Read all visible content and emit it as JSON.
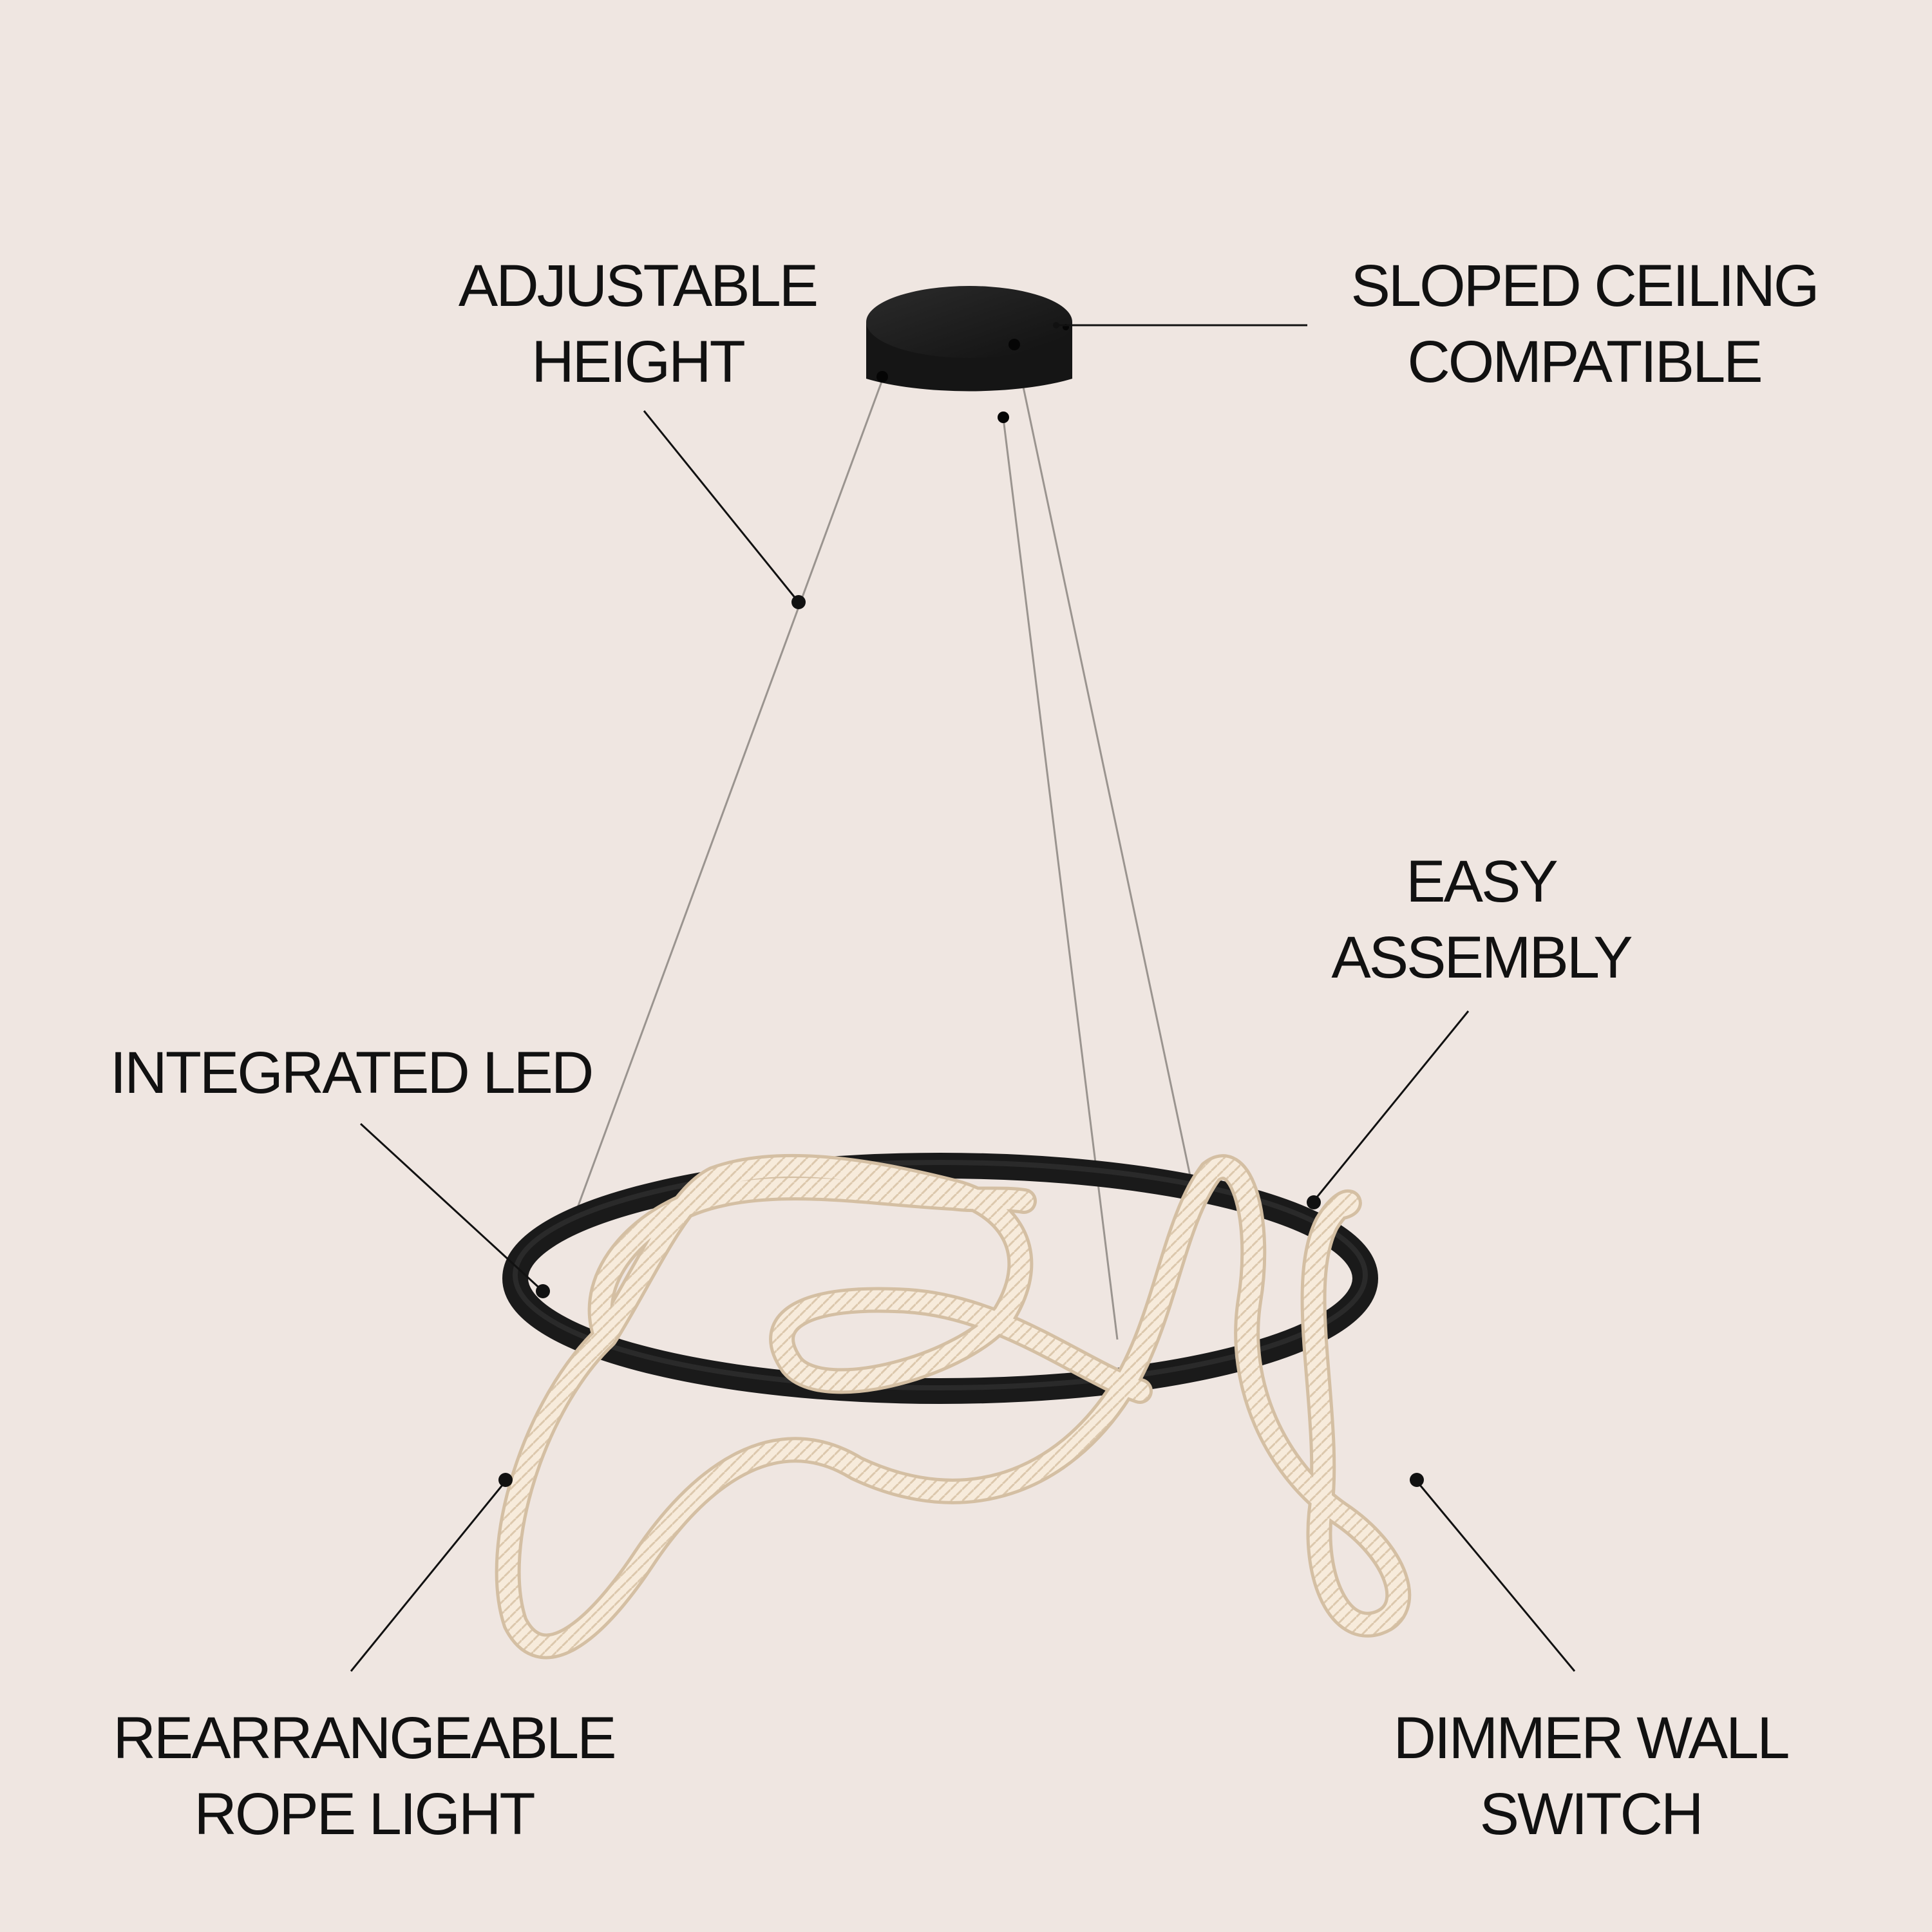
{
  "background_color": "#efe6e1",
  "text_color": "#111111",
  "callouts": {
    "adjustable_height": {
      "line1": "ADJUSTABLE",
      "line2": "HEIGHT"
    },
    "sloped_ceiling": {
      "line1": "SLOPED CEILING",
      "line2": "COMPATIBLE"
    },
    "easy_assembly": {
      "line1": "EASY",
      "line2": "ASSEMBLY"
    },
    "integrated_led": {
      "line1": "INTEGRATED LED"
    },
    "rope_light": {
      "line1": "REARRANGEABLE",
      "line2": "ROPE LIGHT"
    },
    "dimmer_switch": {
      "line1": "DIMMER WALL",
      "line2": "SWITCH"
    }
  },
  "product": {
    "canopy_color": "#1c1c1c",
    "ring_color": "#1a1a1a",
    "rope_color": "#f7ebdb",
    "rope_shade": "#d9c7ae"
  }
}
